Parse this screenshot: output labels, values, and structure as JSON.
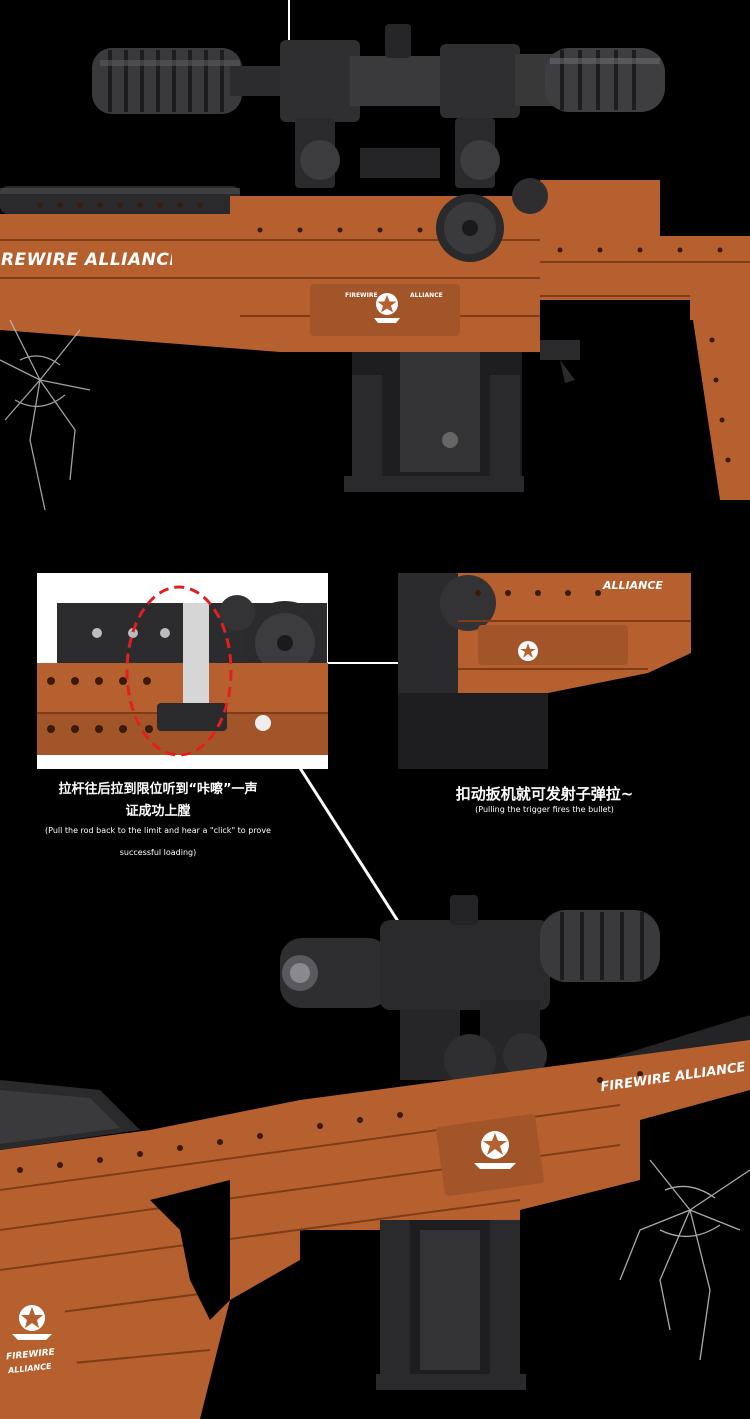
{
  "brand": {
    "top_stock_text": "FIREWIRE ALLIANCE",
    "top_side_badge_title": "FIREWIRE",
    "top_side_badge_sub": "ALLIANCE",
    "bottom_stock_text": "FIREWIRE ALLIANCE",
    "bottom_side_badge_title": "FIREWIRE",
    "bottom_side_badge_sub": "ALLIANCE",
    "inset_right_text": "ALLIANCE"
  },
  "captions": {
    "left_cn_line1": "拉杆往后拉到限位听到“咔嚓”一声",
    "left_cn_line2": "证成功上膛",
    "left_en_line1": "(Pull the rod back to the limit and hear a \"click\" to prove",
    "left_en_line2": "successful loading)",
    "right_cn": "扣动扳机就可发射子弹拉~",
    "right_en": "(Pulling the trigger fires the bullet)"
  },
  "colors": {
    "background": "#000000",
    "orange_brick": "#B5602E",
    "orange_dark": "#7E3D17",
    "scope_dark": "#2A2A2C",
    "highlight_red": "#E02020",
    "callout_line": "#FFFFFF"
  }
}
